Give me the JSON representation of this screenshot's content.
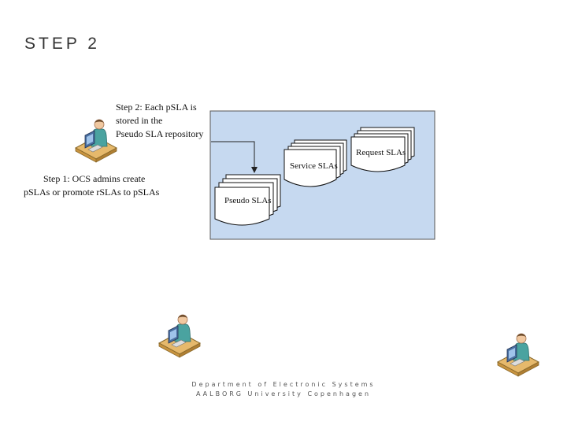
{
  "slide": {
    "title": "STEP 2"
  },
  "diagram": {
    "step2_lines": [
      "Step 2: Each pSLA is",
      "stored in the",
      "Pseudo SLA repository"
    ],
    "step1_lines": [
      "Step 1: OCS admins create",
      "pSLAs or promote rSLAs to pSLAs"
    ],
    "doc_stacks": {
      "pseudo": "Pseudo SLAs",
      "service": "Service SLAs",
      "request": "Request SLAs"
    },
    "colors": {
      "repository_fill": "#c6d9f0",
      "desk": "#e6b96c",
      "person": "#4aa3a0",
      "monitor": "#4a6fa0"
    },
    "icons": [
      "admin-workstation-icon",
      "user-workstation-icon"
    ]
  },
  "footer": {
    "line1": "Department of Electronic Systems",
    "line2": "AALBORG University Copenhagen"
  }
}
